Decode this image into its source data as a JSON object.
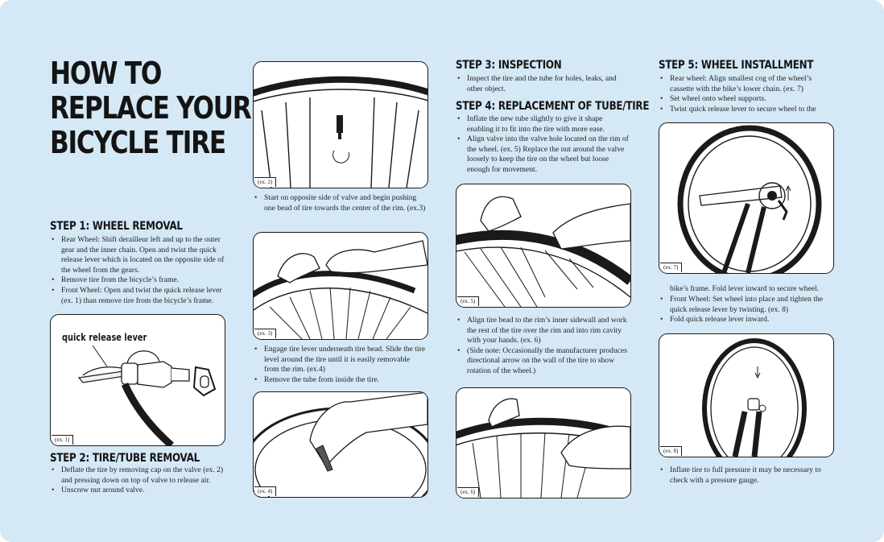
{
  "title_lines": [
    "HOW TO",
    "REPLACE YOUR",
    "BICYCLE TIRE"
  ],
  "step1": {
    "heading": "STEP 1: WHEEL REMOVAL",
    "bullets": [
      "Rear Wheel: Shift derailleur left and up to the outer gear and the inner chain. Open and twist the quick release lever which is located on the opposite side of the wheel from the gears.",
      "Remove tire from the bicycle’s frame.",
      "Front Wheel: Open and twist the quick release lever (ex. 1) than remove tire from the bicycle’s frame."
    ]
  },
  "step2": {
    "heading": "STEP 2: TIRE/TUBE REMOVAL",
    "bullets": [
      "Deflate the tire by removing cap on the valve (ex. 2) and pressing down on top of valve to release air.",
      "Unscrew nut around valve."
    ]
  },
  "col2": {
    "after_ex2": [
      "Start on opposite side of valve and begin pushing one bead of tire towards the center of the rim. (ex.3)"
    ],
    "after_ex3": [
      "Engage tire lever underneath tire bead. Slide the tire level around the tire until it is easily removable from the rim. (ex.4)",
      "Remove the tube from inside the tire."
    ]
  },
  "step3": {
    "heading": "STEP 3: INSPECTION",
    "bullets": [
      "Inspect the tire and the tube for holes, leaks, and other object."
    ]
  },
  "step4": {
    "heading": "STEP 4: REPLACEMENT OF TUBE/TIRE",
    "bullets": [
      "Inflate the new tube slightly to give it shape enabling it to fit into the tire with more ease.",
      "Align valve into the valve hole located on the rim of the wheel. (ex. 5) Replace the nut around the valve loosely to keep the tire on the wheel but loose enough for movement."
    ],
    "after_ex5": [
      "Align tire bead to the rim’s inner sidewall and work the rest of the tire over the rim and into rim cavity with your hands. (ex. 6)",
      "(Side note: Occasionally the manufacturer produces directional arrow on the wall of the tire to show rotation of the wheel.)"
    ]
  },
  "step5": {
    "heading": "STEP 5: WHEEL INSTALLMENT",
    "bullets": [
      "Rear wheel: Align smallest cog of the wheel’s cassette with the bike’s lower chain. (ex. 7)",
      "Set wheel onto wheel supports.",
      "Twist quick release lever to secure wheel to the"
    ],
    "continuation": "bike’s frame. Fold lever inward to secure wheel.",
    "bullets_b": [
      "Front Wheel: Set wheel into place and tighten the quick release lever by twisting. (ex. 8)",
      "Fold quick release lever inward."
    ],
    "after_ex8": [
      "Inflate tire to full pressure it may be necessary to check with a pressure gauge."
    ]
  },
  "labels": {
    "ex1": "(ex. 1)",
    "ex2": "(ex. 2)",
    "ex3": "(ex. 3)",
    "ex4": "(ex. 4)",
    "ex5": "(ex. 5)",
    "ex6": "(ex. 6)",
    "ex7": "(ex. 7)",
    "ex8": "(ex. 8)",
    "quick_release": "quick release lever"
  },
  "colors": {
    "background": "#d4e8f5",
    "panel": "#ffffff",
    "ink": "#1a1a1a"
  }
}
